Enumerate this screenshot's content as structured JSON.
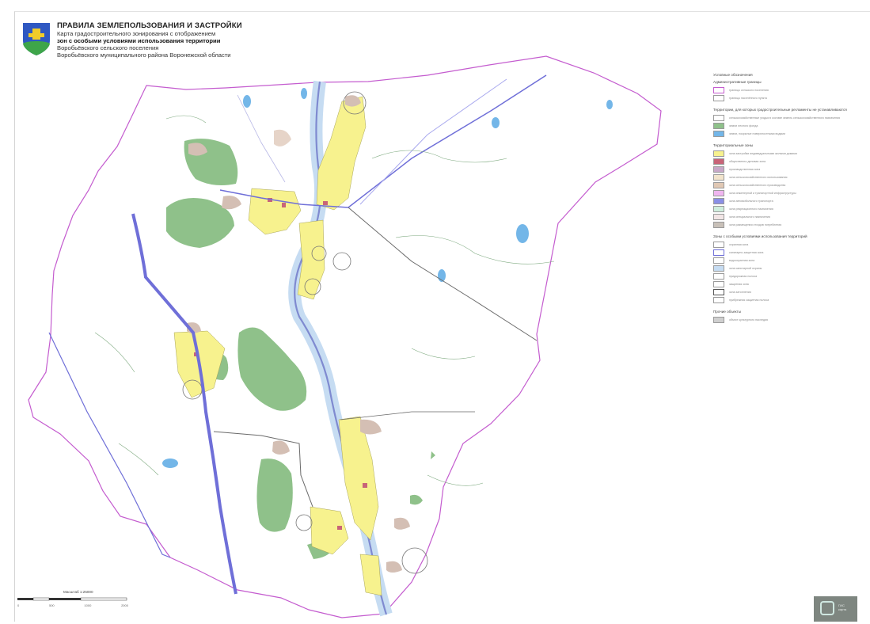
{
  "header": {
    "title": "ПРАВИЛА ЗЕМЛЕПОЛЬЗОВАНИЯ И ЗАСТРОЙКИ",
    "lines": [
      "Карта градостроительного зонирования с отображением",
      "зон с особыми условиями использования территории",
      "Воробьёвского сельского поселения",
      "Воробьёвского муниципального района Воронежской области"
    ]
  },
  "legend": {
    "heading": "Условные обозначения",
    "sections": [
      {
        "title": "Административные границы",
        "items": [
          {
            "color": "#ffffff",
            "text": "границы сельского поселения"
          },
          {
            "color": "#ffffff",
            "text": "границы населённого пункта"
          }
        ]
      },
      {
        "title": "Территории, для которых градостроительные регламенты не устанавливаются",
        "items": [
          {
            "color": "#ffffff",
            "text": "сельскохозяйственные угодья в составе земель сельскохозяйственного назначения"
          },
          {
            "color": "#8fc18a",
            "text": "земли лесного фонда"
          },
          {
            "color": "#73b6e8",
            "text": "земли, покрытые поверхностными водами"
          }
        ]
      },
      {
        "title": "Территориальные зоны",
        "items": [
          {
            "color": "#f7f28e",
            "text": "зона застройки индивидуальными жилыми домами"
          },
          {
            "color": "#c86478",
            "text": "общественно-деловая зона"
          },
          {
            "color": "#c8a8c8",
            "text": "производственная зона"
          },
          {
            "color": "#f2e4cc",
            "text": "зона сельскохозяйственного использования"
          },
          {
            "color": "#e0c8b4",
            "text": "зона сельскохозяйственного производства"
          },
          {
            "color": "#f0b6f0",
            "text": "зона инженерной и транспортной инфраструктуры"
          },
          {
            "color": "#8a8fe6",
            "text": "зона автомобильного транспорта"
          },
          {
            "color": "#cfeedd",
            "text": "зона рекреационного назначения"
          },
          {
            "color": "#f2e6e6",
            "text": "зона специального назначения"
          },
          {
            "color": "#c8c0b8",
            "text": "зона размещения отходов потребления"
          }
        ]
      },
      {
        "title": "Зоны с особыми условиями использования территорий",
        "items": [
          {
            "color": "#ffffff",
            "text": "охранная зона"
          },
          {
            "color": "#ffffff",
            "text": "санитарно-защитная зона"
          },
          {
            "color": "#ffffff",
            "text": "водоохранная зона"
          },
          {
            "color": "#c6dcf2",
            "text": "зона санитарной охраны"
          },
          {
            "color": "#ffffff",
            "text": "придорожная полоса"
          },
          {
            "color": "#ffffff",
            "text": "защитная зона"
          },
          {
            "color": "#ffffff",
            "text": "зона затопления"
          },
          {
            "color": "#ffffff",
            "text": "прибрежная защитная полоса"
          }
        ]
      },
      {
        "title": "Прочие объекты",
        "items": [
          {
            "color": "#cfcfcf",
            "text": "объект культурного наследия"
          }
        ]
      }
    ]
  },
  "scale": {
    "title": "Масштаб 1:25000",
    "labels": [
      "0",
      "500",
      "1000",
      "2000"
    ]
  },
  "logo": {
    "line1": "ГИС",
    "line2": "карта"
  },
  "colors": {
    "boundary": "#c45ccf",
    "road": "#6f6fd8",
    "river": "#7f8ad0",
    "forest": "#8fc18a",
    "water": "#73b6e8",
    "residential": "#f7f28e",
    "business": "#c86478",
    "production": "#c8a8c8",
    "agriculture": "#f2e4cc",
    "grid": "#7a7a7a"
  }
}
